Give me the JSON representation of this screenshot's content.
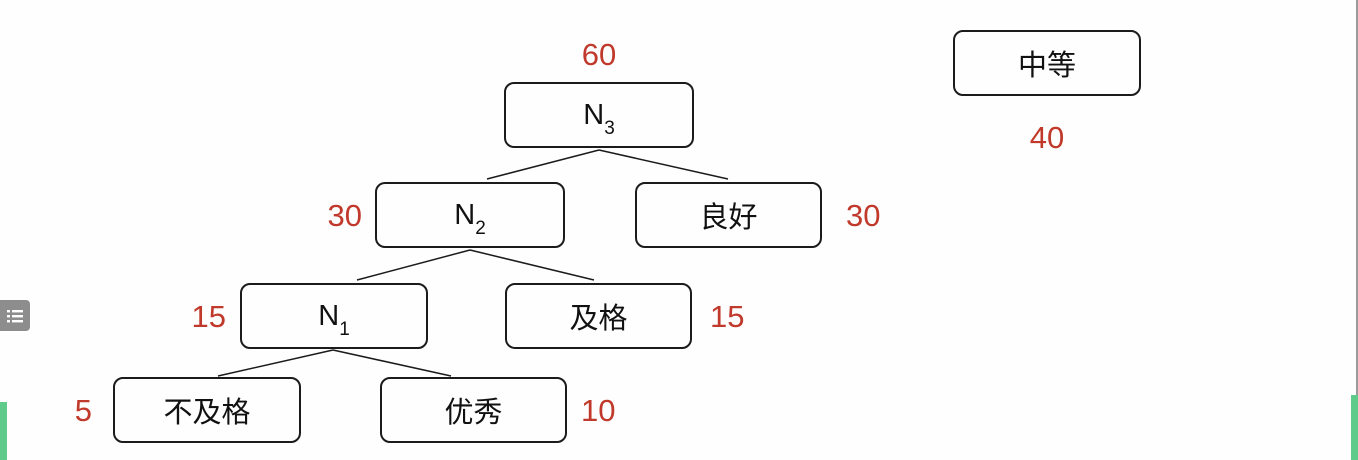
{
  "app": {
    "background": "#fefefe",
    "weight_color": "#c0392b",
    "node_border_color": "#1b1b1b",
    "green_bar_color": "#5ecb8b",
    "right_edge_line_color": "#9b9b9b",
    "list_button_color": "#8d8d8d"
  },
  "diagram": {
    "type": "huffman-tree",
    "nodes": {
      "n3": {
        "label": "N",
        "subscript": "3",
        "weight": "60",
        "weight_position": "top"
      },
      "n2": {
        "label": "N",
        "subscript": "2",
        "weight": "30",
        "weight_position": "left"
      },
      "lianghao": {
        "label": "良好",
        "weight": "30",
        "weight_position": "right"
      },
      "n1": {
        "label": "N",
        "subscript": "1",
        "weight": "15",
        "weight_position": "left"
      },
      "jige": {
        "label": "及格",
        "weight": "15",
        "weight_position": "right"
      },
      "bujige": {
        "label": "不及格",
        "weight": "5",
        "weight_position": "left"
      },
      "youxiu": {
        "label": "优秀",
        "weight": "10",
        "weight_position": "right"
      },
      "zhongdeng": {
        "label": "中等",
        "weight": "40",
        "weight_position": "bottom"
      }
    },
    "edges": [
      {
        "from": "n3",
        "to": "n2"
      },
      {
        "from": "n3",
        "to": "lianghao"
      },
      {
        "from": "n2",
        "to": "n1"
      },
      {
        "from": "n2",
        "to": "jige"
      },
      {
        "from": "n1",
        "to": "bujige"
      },
      {
        "from": "n1",
        "to": "youxiu"
      }
    ]
  },
  "sidebar": {
    "list_button_icon": "bullet-list"
  }
}
